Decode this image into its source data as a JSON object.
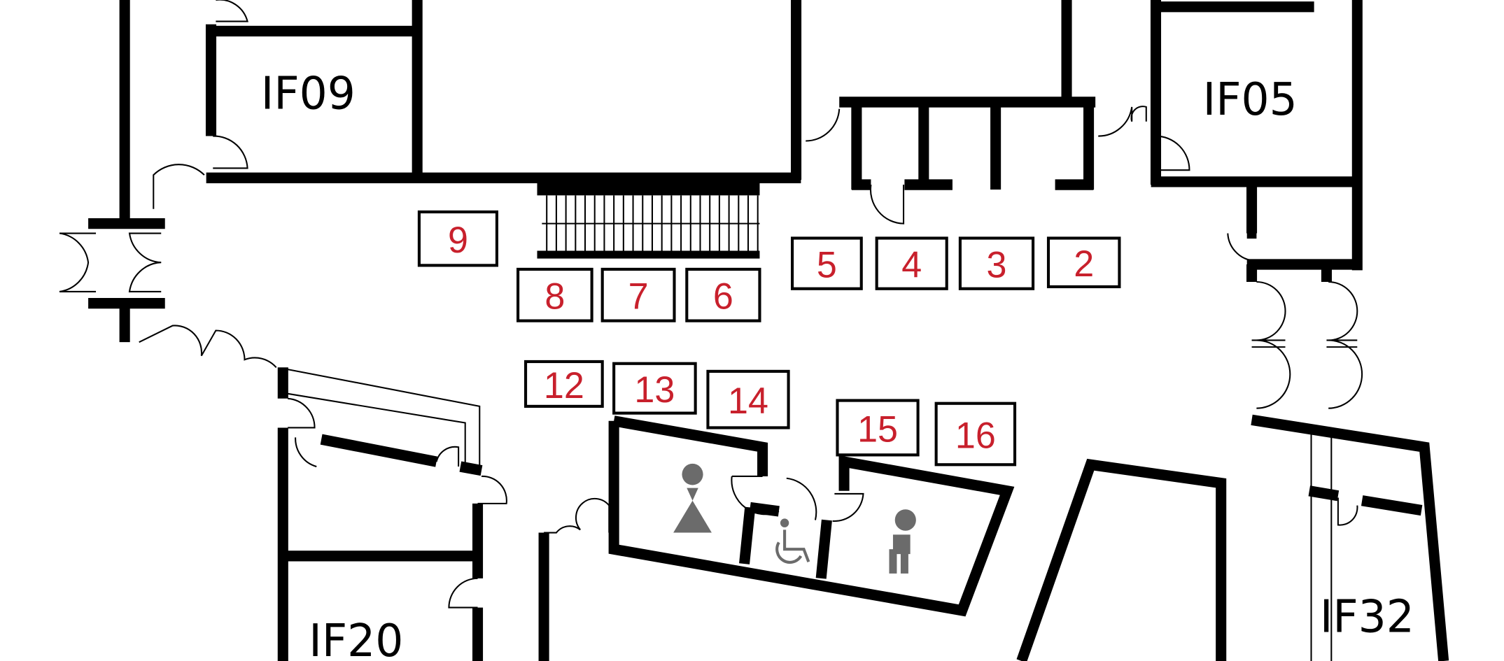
{
  "rooms": {
    "if09": "IF09",
    "if05": "IF05",
    "if20": "IF20",
    "if32": "IF32"
  },
  "booths": [
    "9",
    "8",
    "7",
    "6",
    "5",
    "4",
    "3",
    "2",
    "12",
    "13",
    "14",
    "15",
    "16"
  ],
  "icons": [
    "women-restroom-icon",
    "accessible-restroom-icon",
    "men-restroom-icon"
  ],
  "colors": {
    "booth_number": "#c8202c",
    "walls": "#000000",
    "restroom_icons": "#6b6b6b"
  }
}
